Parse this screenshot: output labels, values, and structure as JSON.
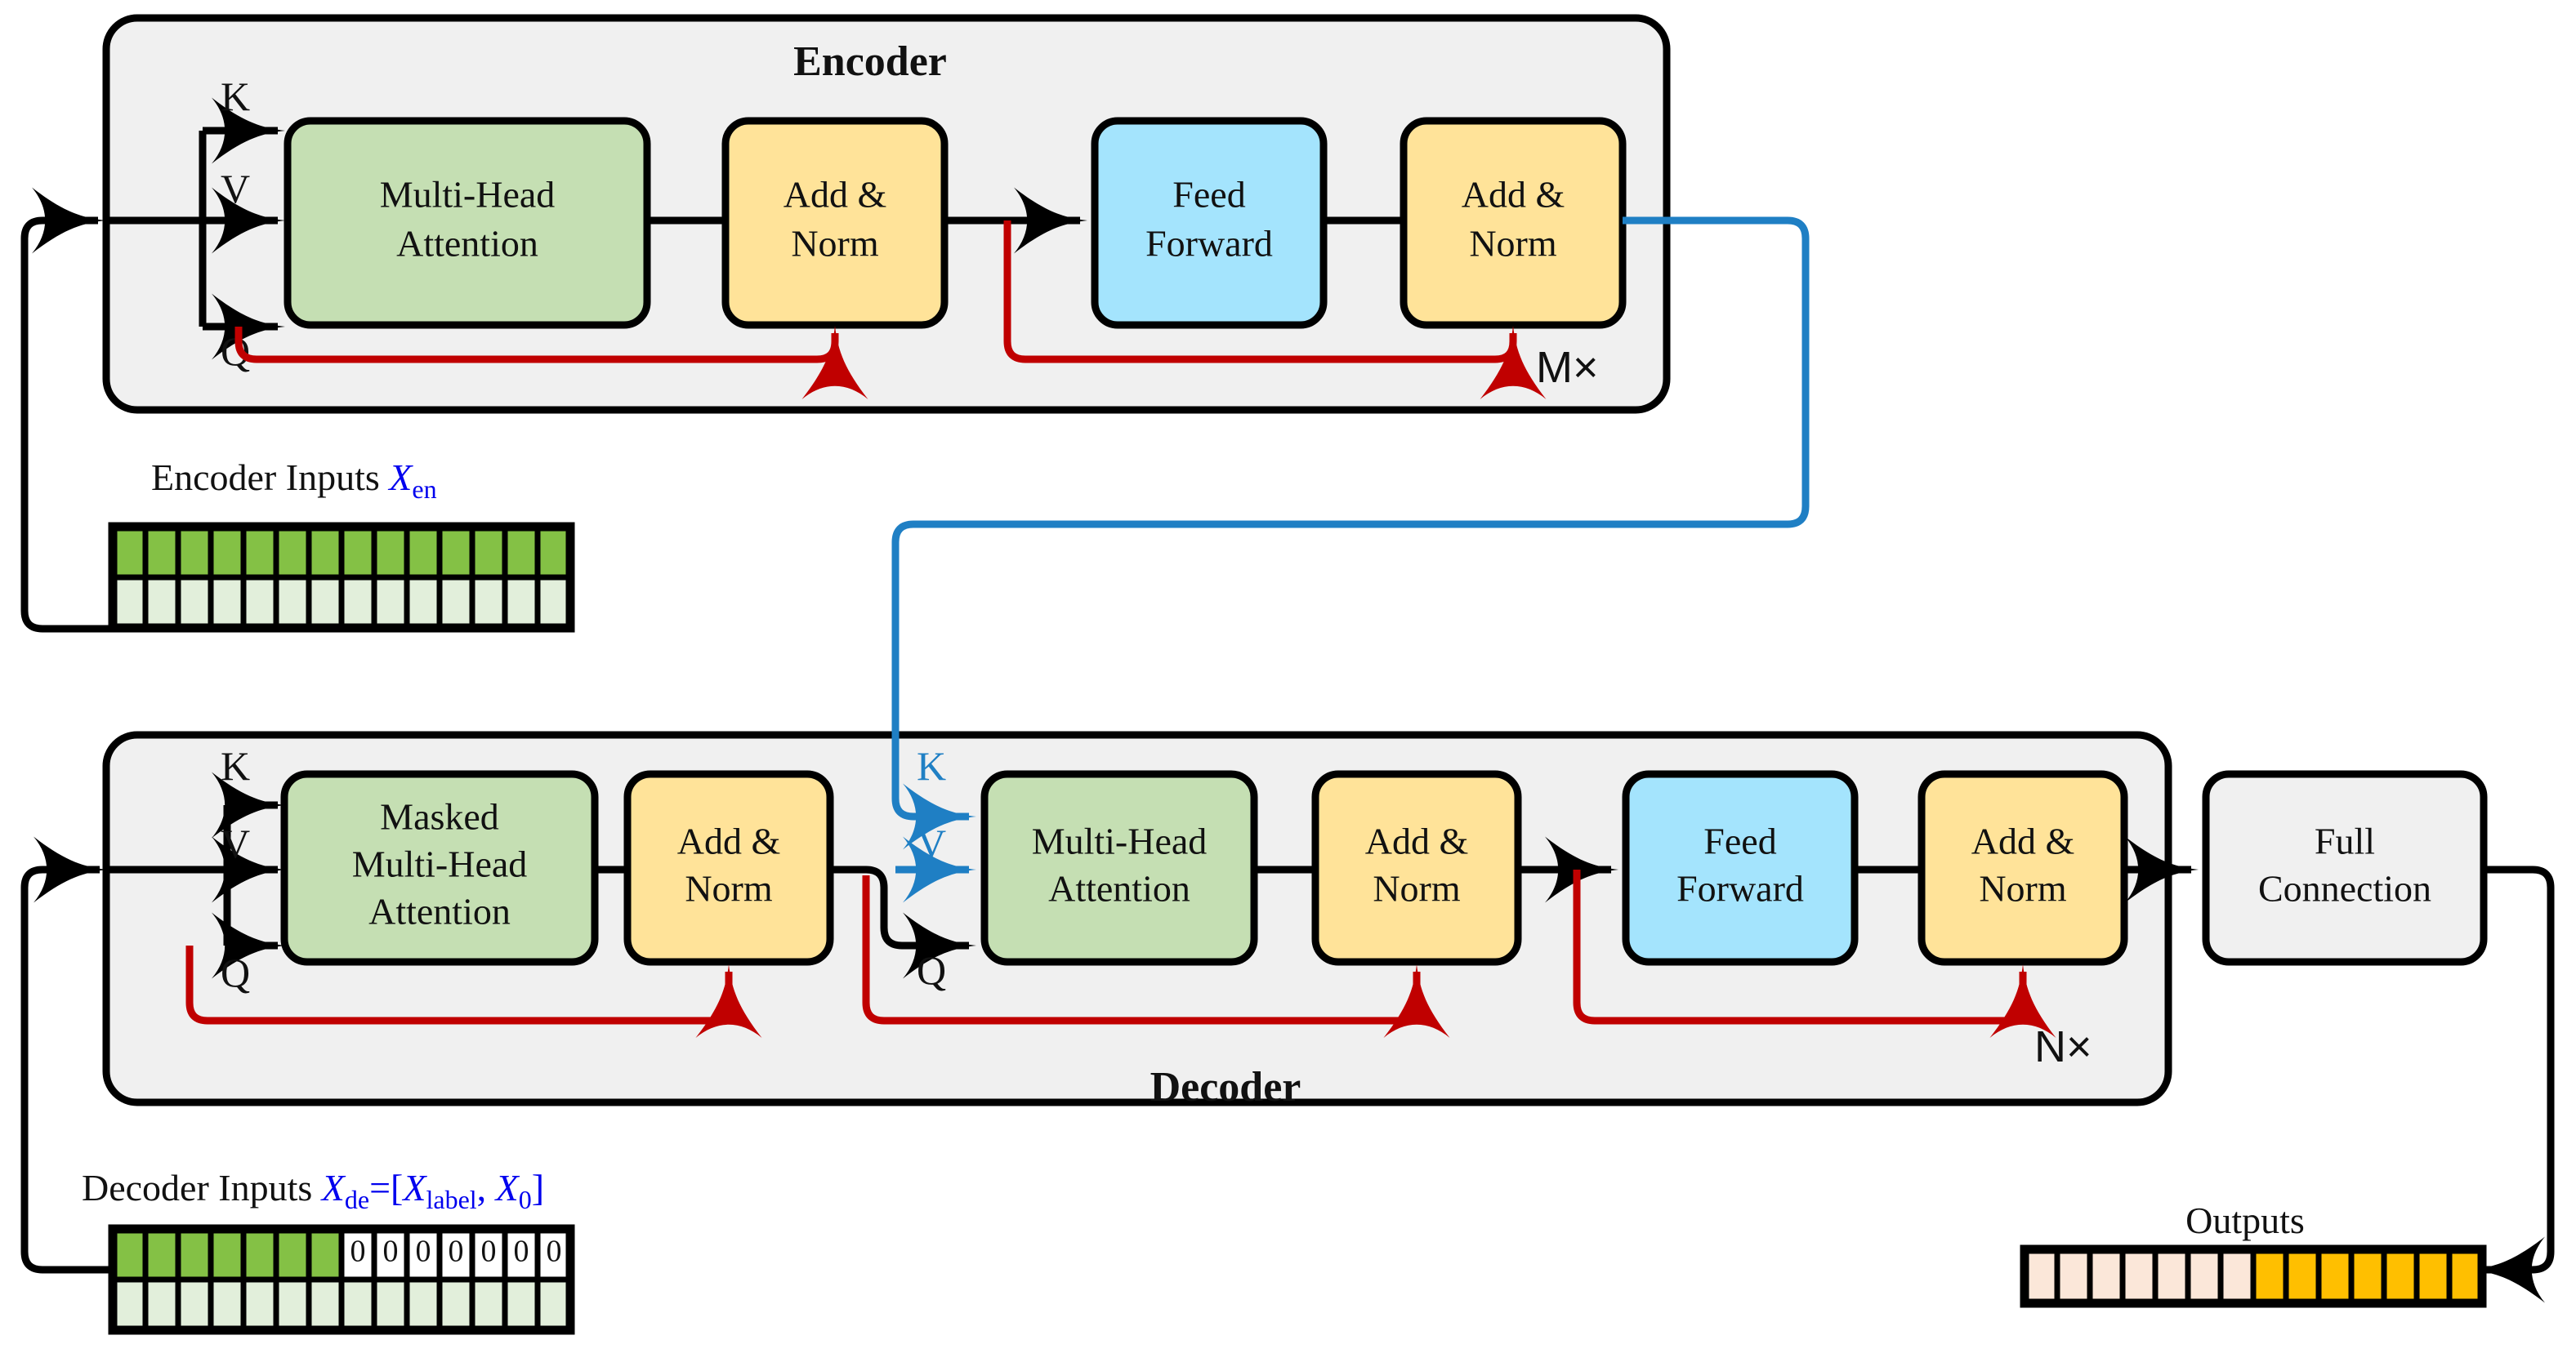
{
  "diagram": {
    "title_encoder": "Encoder",
    "title_decoder": "Decoder",
    "repeat_encoder": "M×",
    "repeat_decoder": "N×",
    "colors": {
      "attention_green": "#c5dfb3",
      "addnorm_yellow": "#ffe399",
      "feedforward_blue": "#a4e4fd",
      "fullconnection_gray": "#f0f0f0",
      "container_gray": "#f0f0f0",
      "residual_red": "#c00000",
      "cross_attention_blue": "#1f7fc4",
      "flow_black": "#000000",
      "token_green_dark": "#84c145",
      "token_green_pale": "#e2efdb",
      "token_white": "#ffffff",
      "output_orange": "#ffbf00",
      "output_pale": "#fbe7d9"
    },
    "encoder": {
      "label": "Encoder",
      "repeat": "M×",
      "blocks": [
        {
          "id": "enc-mha",
          "label_lines": [
            "Multi-Head",
            "Attention"
          ],
          "fill": "#c5dfb3"
        },
        {
          "id": "enc-addnorm-1",
          "label_lines": [
            "Add &",
            "Norm"
          ],
          "fill": "#ffe399"
        },
        {
          "id": "enc-ff",
          "label_lines": [
            "Feed",
            "Forward"
          ],
          "fill": "#a4e4fd"
        },
        {
          "id": "enc-addnorm-2",
          "label_lines": [
            "Add &",
            "Norm"
          ],
          "fill": "#ffe399"
        }
      ],
      "qkv_labels": [
        "K",
        "V",
        "Q"
      ]
    },
    "decoder": {
      "label": "Decoder",
      "repeat": "N×",
      "blocks": [
        {
          "id": "dec-masked-mha",
          "label_lines": [
            "Masked",
            "Multi-Head",
            "Attention"
          ],
          "fill": "#c5dfb3"
        },
        {
          "id": "dec-addnorm-1",
          "label_lines": [
            "Add &",
            "Norm"
          ],
          "fill": "#ffe399"
        },
        {
          "id": "dec-cross-mha",
          "label_lines": [
            "Multi-Head",
            "Attention"
          ],
          "fill": "#c5dfb3"
        },
        {
          "id": "dec-addnorm-2",
          "label_lines": [
            "Add &",
            "Norm"
          ],
          "fill": "#ffe399"
        },
        {
          "id": "dec-ff",
          "label_lines": [
            "Feed",
            "Forward"
          ],
          "fill": "#a4e4fd"
        },
        {
          "id": "dec-addnorm-3",
          "label_lines": [
            "Add &",
            "Norm"
          ],
          "fill": "#ffe399"
        }
      ],
      "self_qkv_labels": [
        "K",
        "V",
        "Q"
      ],
      "cross_kv_labels": [
        "K",
        "V"
      ],
      "cross_q_label": "Q"
    },
    "full_connection": {
      "id": "full-connection",
      "label_lines": [
        "Full",
        "Connection"
      ],
      "fill": "#f0f0f0"
    },
    "encoder_inputs": {
      "caption_text": "Encoder Inputs ",
      "caption_symbol": "X",
      "caption_subscript": "en",
      "columns": 14,
      "rows": 2,
      "top_row_fills": [
        "#84c145",
        "#84c145",
        "#84c145",
        "#84c145",
        "#84c145",
        "#84c145",
        "#84c145",
        "#84c145",
        "#84c145",
        "#84c145",
        "#84c145",
        "#84c145",
        "#84c145",
        "#84c145"
      ],
      "top_row_values": [
        "",
        "",
        "",
        "",
        "",
        "",
        "",
        "",
        "",
        "",
        "",
        "",
        "",
        ""
      ],
      "bottom_row_fills": [
        "#e2efdb",
        "#e2efdb",
        "#e2efdb",
        "#e2efdb",
        "#e2efdb",
        "#e2efdb",
        "#e2efdb",
        "#e2efdb",
        "#e2efdb",
        "#e2efdb",
        "#e2efdb",
        "#e2efdb",
        "#e2efdb",
        "#e2efdb"
      ]
    },
    "decoder_inputs": {
      "caption_text": "Decoder Inputs ",
      "caption_symbol": "X",
      "caption_subscript": "de",
      "caption_equals": "=[",
      "caption_symbol2": "X",
      "caption_subscript2": "label",
      "caption_comma": ", ",
      "caption_symbol3": "X",
      "caption_subscript3": "0",
      "caption_close": "]",
      "columns": 14,
      "rows": 2,
      "top_row_fills": [
        "#84c145",
        "#84c145",
        "#84c145",
        "#84c145",
        "#84c145",
        "#84c145",
        "#84c145",
        "#ffffff",
        "#ffffff",
        "#ffffff",
        "#ffffff",
        "#ffffff",
        "#ffffff",
        "#ffffff"
      ],
      "top_row_values": [
        "",
        "",
        "",
        "",
        "",
        "",
        "",
        "0",
        "0",
        "0",
        "0",
        "0",
        "0",
        "0"
      ],
      "bottom_row_fills": [
        "#e2efdb",
        "#e2efdb",
        "#e2efdb",
        "#e2efdb",
        "#e2efdb",
        "#e2efdb",
        "#e2efdb",
        "#e2efdb",
        "#e2efdb",
        "#e2efdb",
        "#e2efdb",
        "#e2efdb",
        "#e2efdb",
        "#e2efdb"
      ]
    },
    "outputs": {
      "caption": "Outputs",
      "columns": 14,
      "cell_fills": [
        "#fbe7d9",
        "#fbe7d9",
        "#fbe7d9",
        "#fbe7d9",
        "#fbe7d9",
        "#fbe7d9",
        "#fbe7d9",
        "#ffbf00",
        "#ffbf00",
        "#ffbf00",
        "#ffbf00",
        "#ffbf00",
        "#ffbf00",
        "#ffbf00"
      ]
    }
  }
}
